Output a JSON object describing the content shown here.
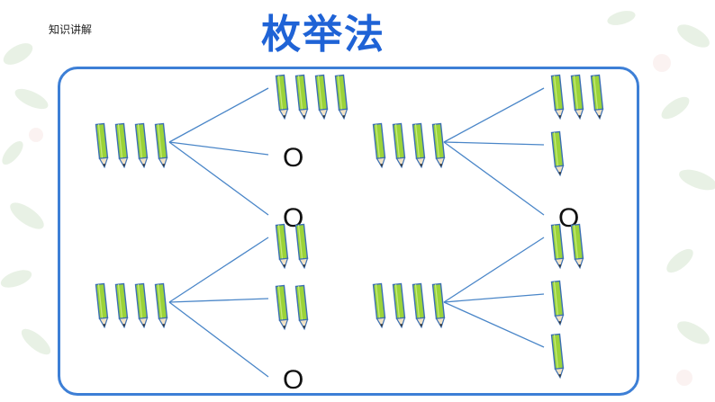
{
  "header": {
    "section_label": "知识讲解",
    "title": "枚举法"
  },
  "colors": {
    "title": "#1f63d6",
    "panel_border": "#3d7fd6",
    "pencil_fill": "#9bd33a",
    "pencil_outline": "#3b6fb3",
    "branch_line": "#4a86c8"
  },
  "icons": {
    "pencil": "pencil-icon"
  },
  "groups": [
    {
      "name": "top-left",
      "source_pencils": 4,
      "branches": [
        {
          "pencils": 4,
          "label": ""
        },
        {
          "pencils": 0,
          "label": "O"
        },
        {
          "pencils": 0,
          "label": "O"
        }
      ]
    },
    {
      "name": "top-right",
      "source_pencils": 4,
      "branches": [
        {
          "pencils": 3,
          "label": ""
        },
        {
          "pencils": 1,
          "label": ""
        },
        {
          "pencils": 0,
          "label": "O"
        }
      ]
    },
    {
      "name": "bottom-left",
      "source_pencils": 4,
      "branches": [
        {
          "pencils": 2,
          "label": ""
        },
        {
          "pencils": 2,
          "label": ""
        },
        {
          "pencils": 0,
          "label": "O"
        }
      ]
    },
    {
      "name": "bottom-right",
      "source_pencils": 4,
      "branches": [
        {
          "pencils": 2,
          "label": ""
        },
        {
          "pencils": 1,
          "label": ""
        },
        {
          "pencils": 1,
          "label": ""
        }
      ]
    }
  ]
}
